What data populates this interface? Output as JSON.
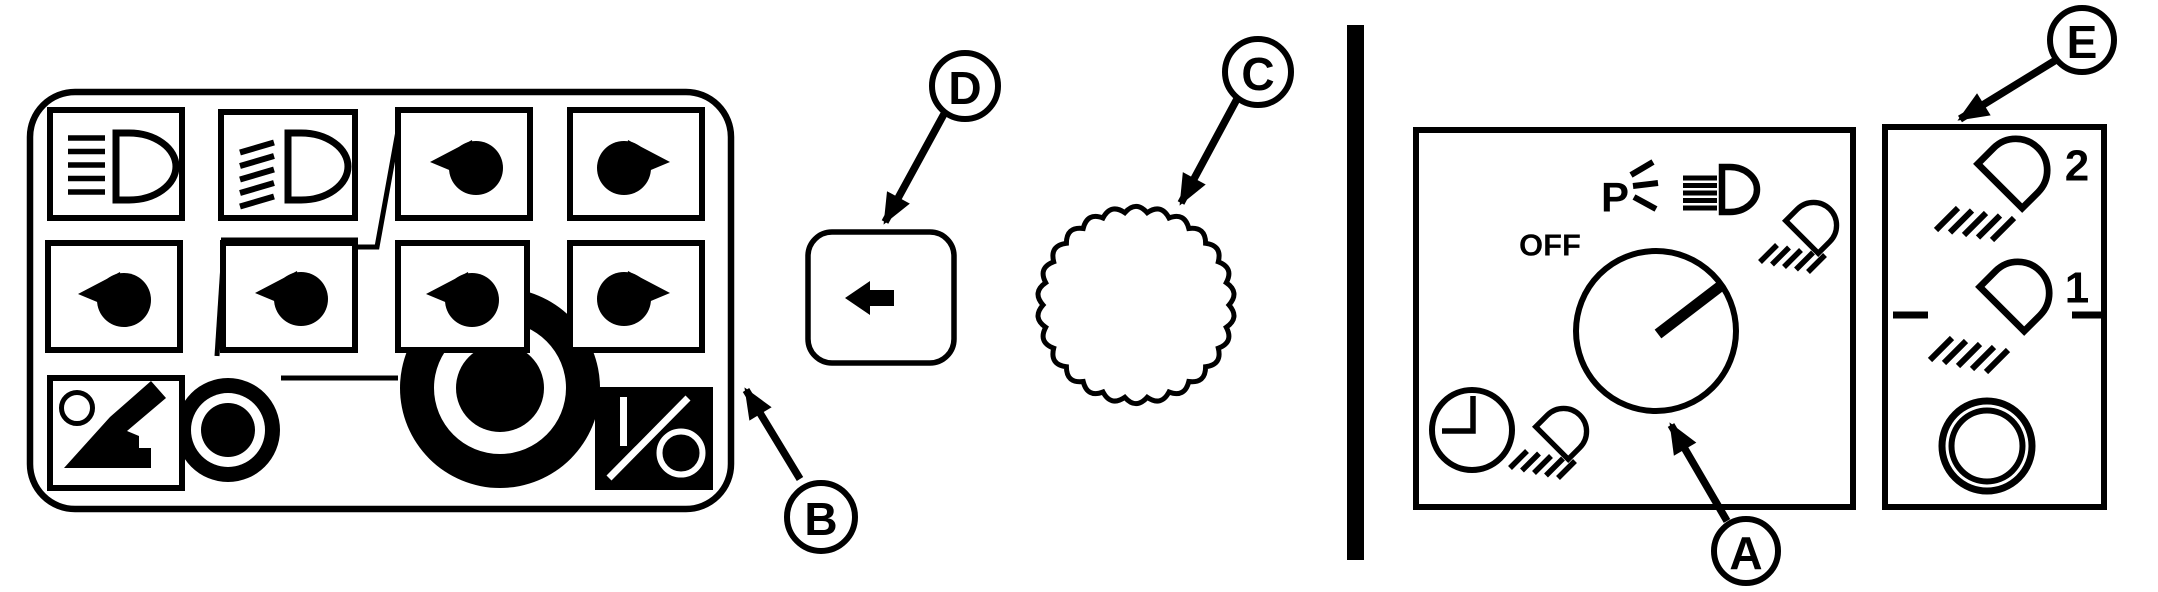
{
  "figure": {
    "kind": "operator-manual lighting-controls line illustration",
    "background_color": "#ffffff",
    "ink_color": "#000000"
  },
  "callouts": {
    "a": "A",
    "b": "B",
    "c": "C",
    "d": "D",
    "e": "E"
  },
  "rotary_light_switch_panel": {
    "off_label": "OFF",
    "position_light_label": "P"
  },
  "aux_work_light_panel": {
    "position_2_label": "2",
    "position_1_label": "1"
  },
  "icons": {
    "high-beam-icon": "headlamp D-shape with five horizontal rays",
    "low-beam-icon": "headlamp D-shape with five slanted rays",
    "work-light-icon": "solid droplet-shaped lamp",
    "beacon-arrow-icon": "solid arrow over mound with small circle",
    "power-io-icon": "white I/O glyph on black key",
    "back-arrow-icon": "solid left-pointing arrow",
    "knurled-knob-icon": "scalloped-edge rotary knob",
    "position-light-icon": "letter P with three light rays",
    "work-light-outline-icon": "outlined lamp with hatched rays",
    "timer-clock-icon": "clock face with hands at 12 and 9",
    "rotary-dial-icon": "circular dial with pointer",
    "tractor-icon": "tractor side silhouette with two wheels"
  }
}
